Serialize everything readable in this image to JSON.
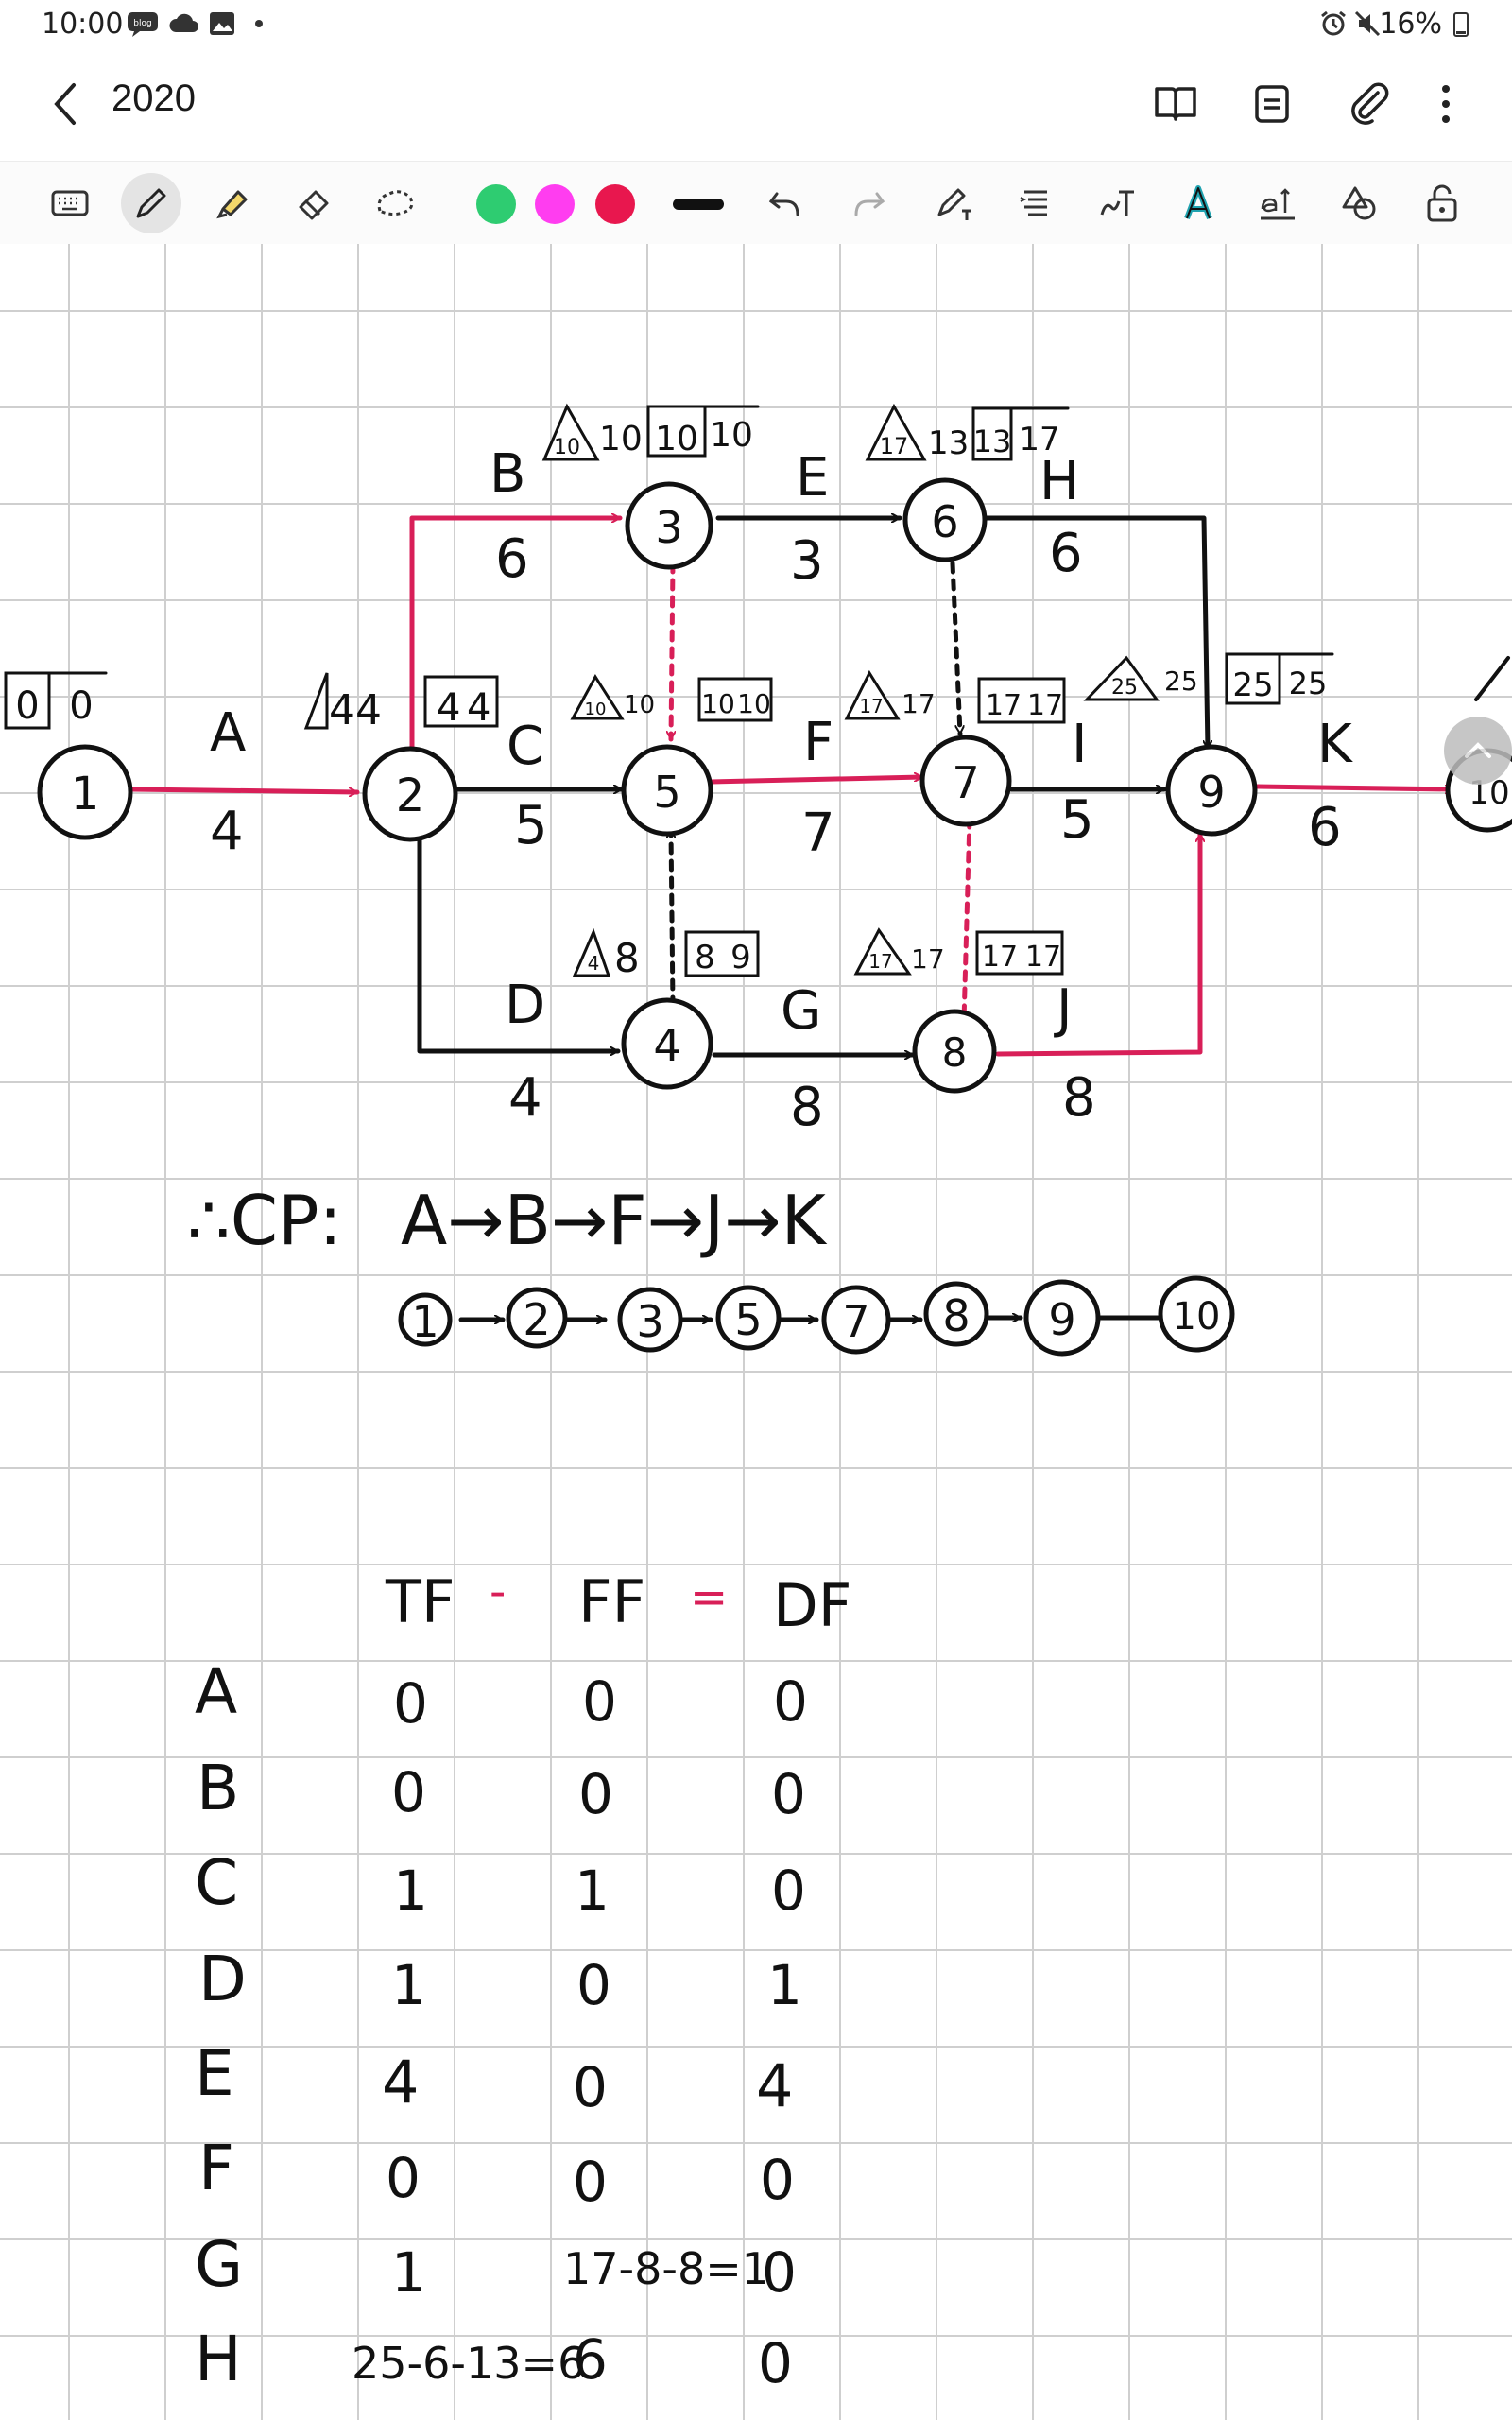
{
  "status_bar": {
    "time": "10:00",
    "battery": "16%",
    "icons": [
      "blog-icon",
      "cloud-icon",
      "gallery-icon",
      "dot-icon",
      "alarm-icon",
      "mute-icon",
      "battery-icon"
    ]
  },
  "app_bar": {
    "title": "2020",
    "icons": [
      "back-icon",
      "book-icon",
      "notes-list-icon",
      "attach-icon",
      "more-icon"
    ]
  },
  "toolbar": {
    "tools": [
      "keyboard-icon",
      "pen-icon",
      "highlighter-icon",
      "eraser-icon",
      "lasso-icon",
      "undo-icon",
      "redo-icon",
      "text-pen-icon",
      "align-icon",
      "handwriting-to-text-icon",
      "text-style-icon",
      "text-size-icon",
      "shapes-icon",
      "lock-icon"
    ],
    "colors": [
      "#2ecc71",
      "#ff3df0",
      "#e8174e"
    ]
  },
  "colors": {
    "critical": "#d81f58",
    "ink": "#111111",
    "grid": "#cfcfcf"
  },
  "diagram": {
    "nodes": [
      "1",
      "2",
      "3",
      "4",
      "5",
      "6",
      "7",
      "8",
      "9",
      "10"
    ],
    "activities": [
      {
        "name": "A",
        "duration": "4"
      },
      {
        "name": "B",
        "duration": "6"
      },
      {
        "name": "C",
        "duration": "5"
      },
      {
        "name": "D",
        "duration": "4"
      },
      {
        "name": "E",
        "duration": "3"
      },
      {
        "name": "F",
        "duration": "7"
      },
      {
        "name": "G",
        "duration": "8"
      },
      {
        "name": "H",
        "duration": "6"
      },
      {
        "name": "I",
        "duration": "5"
      },
      {
        "name": "J",
        "duration": "8"
      },
      {
        "name": "K",
        "duration": "6"
      }
    ],
    "times": {
      "n1": [
        "0",
        "0"
      ],
      "n2": [
        "4",
        "4",
        "4",
        "4"
      ],
      "n3": [
        "10",
        "10",
        "10",
        "10"
      ],
      "n4": [
        "4",
        "8",
        "8",
        "9"
      ],
      "n5": [
        "10",
        "10",
        "10",
        "10"
      ],
      "n6": [
        "17",
        "13",
        "13",
        "17"
      ],
      "n7": [
        "17",
        "17",
        "17",
        "17"
      ],
      "n8": [
        "17",
        "17",
        "17",
        "17"
      ],
      "n9": [
        "25",
        "25",
        "25",
        "25"
      ]
    }
  },
  "critical_path": {
    "prefix": "∴CP:",
    "activities": "A→B→F→J→K",
    "nodes": [
      "1",
      "2",
      "3",
      "5",
      "7",
      "8",
      "9",
      "10"
    ]
  },
  "float_table": {
    "headers": [
      "TF",
      "-",
      "FF",
      "=",
      "DF"
    ],
    "rows": [
      {
        "activity": "A",
        "tf": "0",
        "ff": "0",
        "df": "0"
      },
      {
        "activity": "B",
        "tf": "0",
        "ff": "0",
        "df": "0"
      },
      {
        "activity": "C",
        "tf": "1",
        "ff": "1",
        "df": "0"
      },
      {
        "activity": "D",
        "tf": "1",
        "ff": "0",
        "df": "1"
      },
      {
        "activity": "E",
        "tf": "4",
        "ff": "0",
        "df": "4"
      },
      {
        "activity": "F",
        "tf": "0",
        "ff": "0",
        "df": "0"
      },
      {
        "activity": "G",
        "tf": "1",
        "ff": "17-8-8=1",
        "df": "0"
      },
      {
        "activity": "H",
        "tf": "25-6-13=6",
        "ff": "6",
        "df": "0"
      }
    ]
  }
}
